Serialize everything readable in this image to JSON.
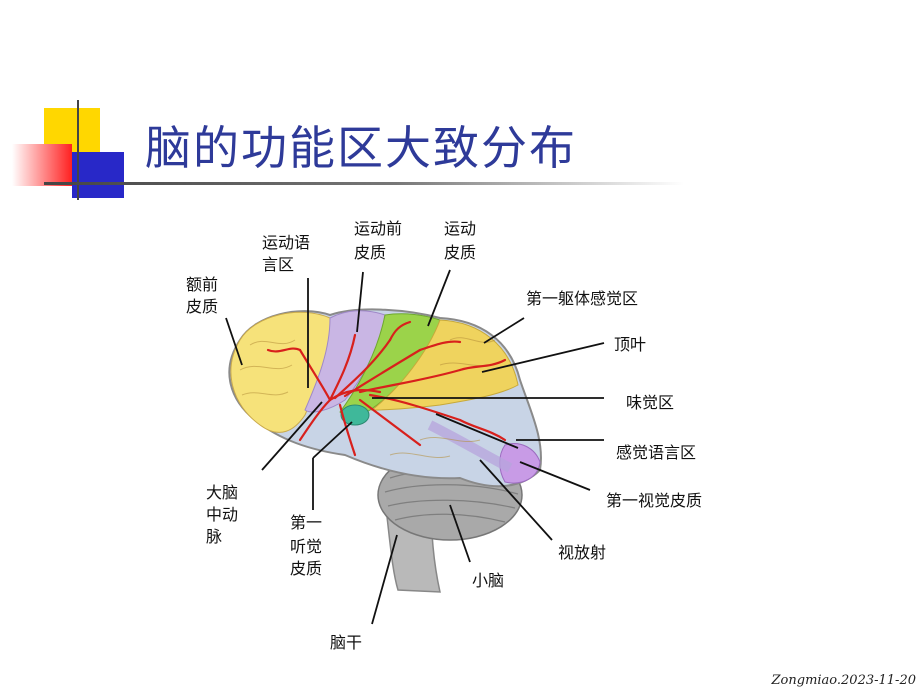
{
  "title": "脑的功能区大致分布",
  "labels": {
    "motor_speech": [
      "运动语",
      "言区"
    ],
    "premotor": [
      "运动前",
      "皮质"
    ],
    "motor": [
      "运动",
      "皮质"
    ],
    "prefrontal": [
      "额前",
      "皮质"
    ],
    "somatosensory": "第一躯体感觉区",
    "parietal": "顶叶",
    "gustatory": "味觉区",
    "sensory_speech": "感觉语言区",
    "visual_cortex": "第一视觉皮质",
    "optic_radiation": "视放射",
    "mca": [
      "大脑",
      "中动",
      "脉"
    ],
    "auditory": [
      "第一",
      "听觉",
      "皮质"
    ],
    "cerebellum": "小脑",
    "brainstem": "脑干"
  },
  "footer": "Zongmiao.2023-11-20",
  "colors": {
    "title": "#2e3a99",
    "frontal": "#f6e27a",
    "premotor": "#c9b6e4",
    "motor": "#9bd34a",
    "parietal": "#efd35e",
    "temporal": "#c8d4e6",
    "visual": "#c89be6",
    "artery": "#d8201c",
    "cerebellum": "#a9a9a9"
  }
}
